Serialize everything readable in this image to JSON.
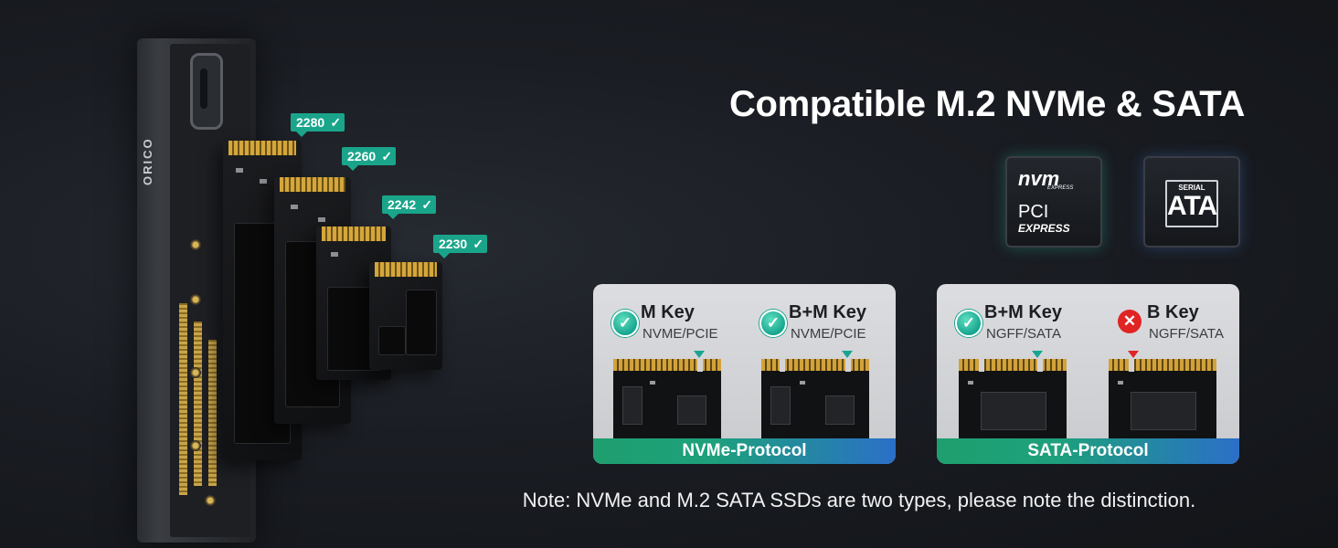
{
  "enclosure": {
    "brand": "ORICO"
  },
  "size_tags": [
    {
      "label": "2280",
      "check": "✓"
    },
    {
      "label": "2260",
      "check": "✓"
    },
    {
      "label": "2242",
      "check": "✓"
    },
    {
      "label": "2230",
      "check": "✓"
    }
  ],
  "headline": "Compatible M.2 NVMe & SATA",
  "logos": {
    "nvme": {
      "word": "nvm",
      "sub": "EXPRESS",
      "pci": "PCI",
      "pci_sub": "EXPRESS"
    },
    "sata": {
      "serial": "SERIAL",
      "ata": "ATA"
    }
  },
  "panels": [
    {
      "footer": "NVMe-Protocol",
      "keys": [
        {
          "name": "M Key",
          "protocol": "NVME/PCIE",
          "supported": true,
          "icon": "check-icon",
          "symbol": "✓"
        },
        {
          "name": "B+M Key",
          "protocol": "NVME/PCIE",
          "supported": true,
          "icon": "check-icon",
          "symbol": "✓"
        }
      ]
    },
    {
      "footer": "SATA-Protocol",
      "keys": [
        {
          "name": "B+M Key",
          "protocol": "NGFF/SATA",
          "supported": true,
          "icon": "check-icon",
          "symbol": "✓"
        },
        {
          "name": "B Key",
          "protocol": "NGFF/SATA",
          "supported": false,
          "icon": "cross-icon",
          "symbol": "✕"
        }
      ]
    }
  ],
  "note": "Note: NVMe and M.2 SATA SSDs are two types, please note the distinction.",
  "colors": {
    "accent_teal": "#1aa58b",
    "reject_red": "#e02424",
    "footer_blue": "#2b6fc8"
  }
}
